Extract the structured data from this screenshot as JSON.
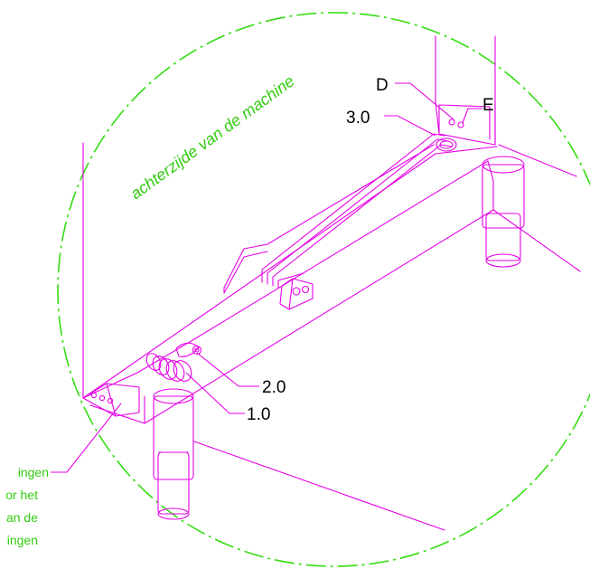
{
  "colors": {
    "machine": "#e600e6",
    "circle": "#33dd11",
    "note": "#33cc11",
    "text": "#000000"
  },
  "texts": {
    "back_side": "achterzijde van de machine",
    "label_d": "D",
    "label_e": "E",
    "label_3_0": "3.0",
    "label_2_0": "2.0",
    "label_1_0": "1.0",
    "note_lines": [
      "ingen",
      "or het",
      "an de",
      "ingen"
    ]
  }
}
